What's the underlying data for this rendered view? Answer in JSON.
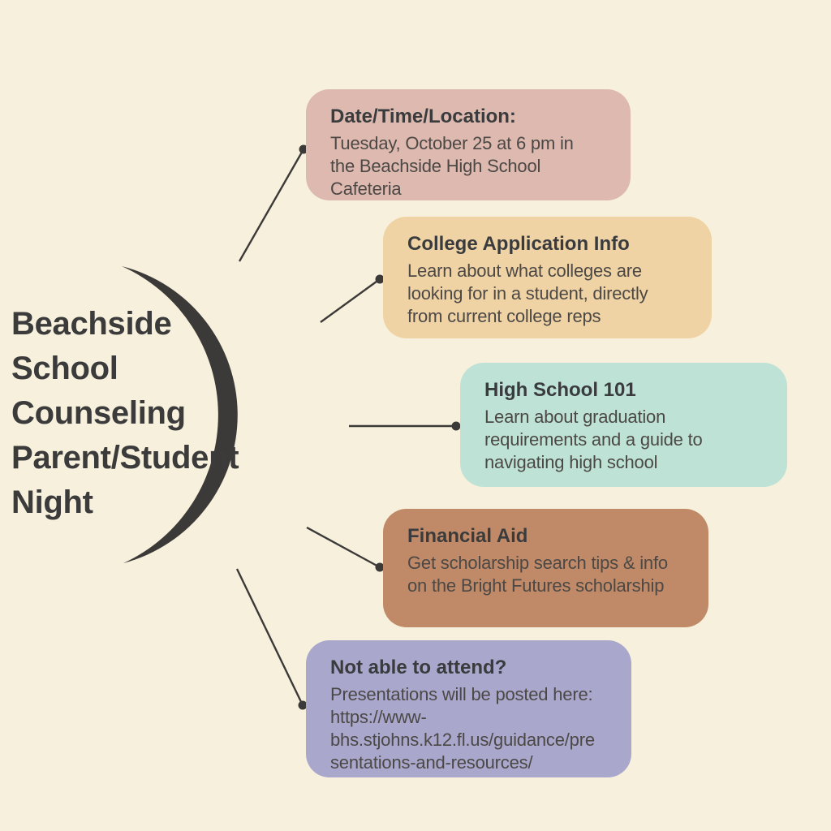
{
  "canvas": {
    "background_color": "#f7f0dc",
    "ink_color": "#3c3a38"
  },
  "title": {
    "full_text": "Beachside School Counseling Parent/Student Night",
    "lines": [
      "Beachside",
      "School",
      "Counseling",
      "Parent/Student",
      "Night"
    ]
  },
  "cards": [
    {
      "heading": "Date/Time/Location:",
      "body": "Tuesday, October 25 at 6 pm in the Beachside High School Cafeteria",
      "color": "#ddb9af"
    },
    {
      "heading": "College Application Info",
      "body": "Learn about what colleges are looking for in a student, directly from current college reps",
      "color": "#f0d3a5"
    },
    {
      "heading": "High School 101",
      "body": "Learn about graduation requirements and a guide to navigating high school",
      "color": "#bee3d6"
    },
    {
      "heading": "Financial Aid",
      "body": "Get scholarship search tips & info on the Bright Futures scholarship",
      "color": "#c08a68"
    },
    {
      "heading": "Not able to attend?",
      "body": "Presentations will be posted here:  https://www-bhs.stjohns.k12.fl.us/guidance/presentations-and-resources/",
      "color": "#a9a7cc"
    }
  ]
}
